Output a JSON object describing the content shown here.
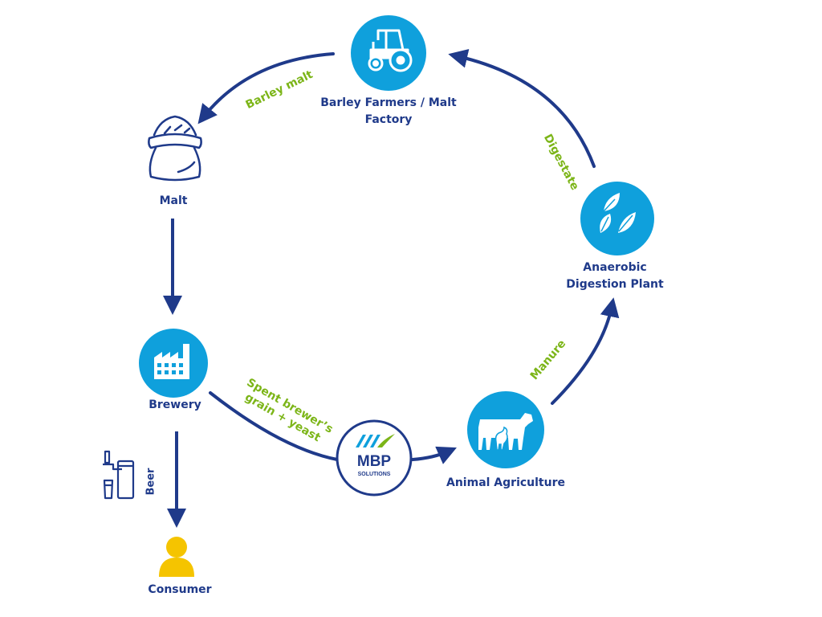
{
  "colors": {
    "primary_blue": "#0fa0dc",
    "navy": "#1f3a8a",
    "green": "#7cb518",
    "yellow": "#f5c400"
  },
  "nodes": {
    "farmers": {
      "line1": "Barley Farmers / Malt",
      "line2": "Factory",
      "icon": "tractor-icon"
    },
    "malt": {
      "label": "Malt",
      "icon": "malt-sack-icon"
    },
    "brewery": {
      "label": "Brewery",
      "icon": "factory-icon"
    },
    "mbp": {
      "brand": "MBP",
      "tagline": "SOLUTIONS",
      "icon": "mbp-logo"
    },
    "animal": {
      "label": "Animal Agriculture",
      "icon": "cow-chicken-icon"
    },
    "digestion": {
      "line1": "Anaerobic",
      "line2": "Digestion Plant",
      "icon": "leaves-icon"
    },
    "consumer": {
      "label": "Consumer",
      "icon": "person-icon"
    }
  },
  "flows": {
    "barley_malt": "Barley malt",
    "spent_line1": "Spent brewer’s",
    "spent_line2": "grain + yeast",
    "manure": "Manure",
    "digestate": "Digestate",
    "beer": "Beer"
  }
}
